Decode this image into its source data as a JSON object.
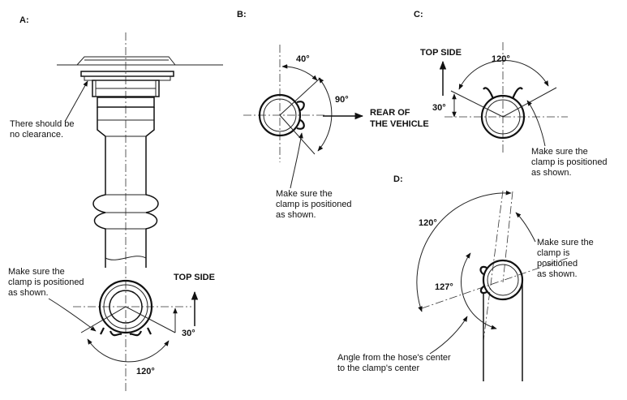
{
  "panels": {
    "a": {
      "title": "A:",
      "clearance_note": [
        "There should be",
        "no clearance."
      ],
      "clamp_note": [
        "Make sure the",
        "clamp is positioned",
        "as shown."
      ],
      "top_side": "TOP SIDE",
      "angle_30": "30°",
      "angle_120": "120°"
    },
    "b": {
      "title": "B:",
      "angle_40": "40°",
      "angle_90": "90°",
      "rear_label": [
        "REAR OF",
        "THE VEHICLE"
      ],
      "clamp_note": [
        "Make sure the",
        "clamp is positioned",
        "as shown."
      ]
    },
    "c": {
      "title": "C:",
      "top_side": "TOP SIDE",
      "angle_120": "120°",
      "angle_30": "30°",
      "clamp_note": [
        "Make sure the",
        "clamp is positioned",
        "as shown."
      ]
    },
    "d": {
      "title": "D:",
      "angle_120": "120°",
      "angle_127": "127°",
      "clamp_note": [
        "Make sure the",
        "clamp is",
        "positioned",
        "as shown."
      ],
      "angle_note": [
        "Angle from the hose's center",
        "to the clamp's center"
      ]
    }
  },
  "colors": {
    "ink": "#111111",
    "background": "#ffffff"
  }
}
